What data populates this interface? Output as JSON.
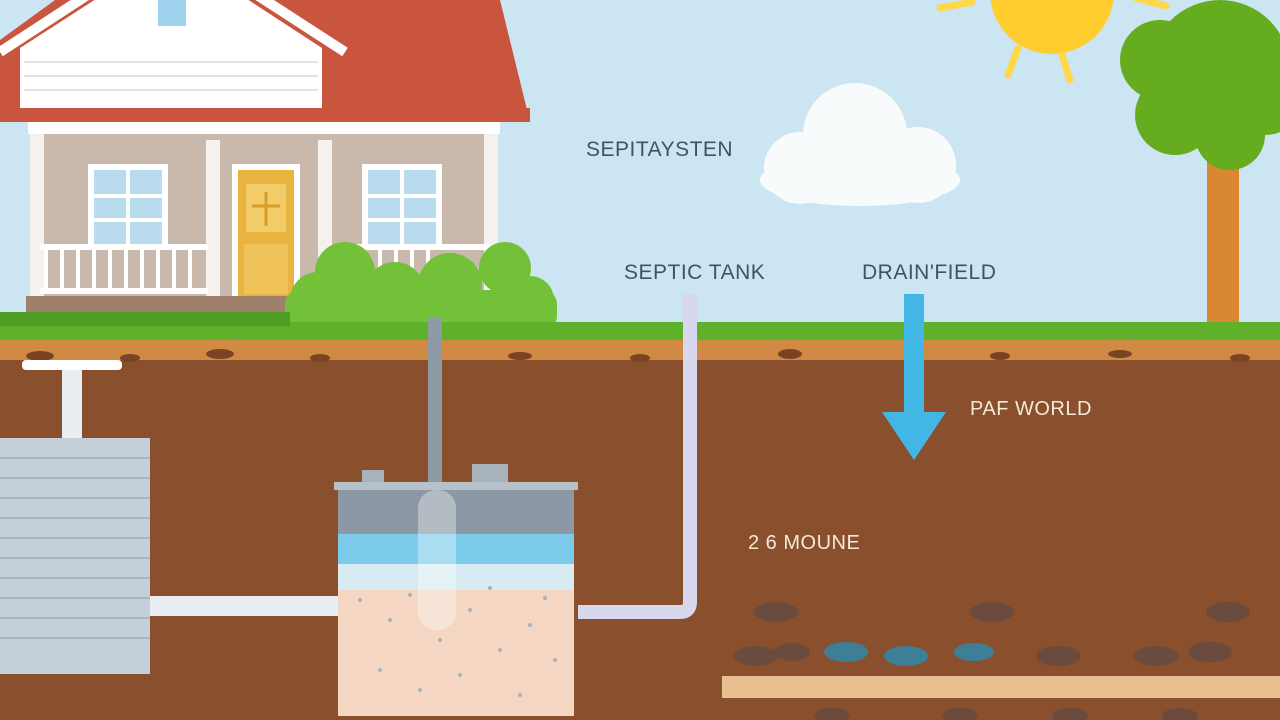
{
  "labels": {
    "system_title": "SEPITAYSTEN",
    "septic_tank": "SEPTIC TANK",
    "drain_field": "DRAIN'FIELD",
    "pav_world": "PAf WORLD",
    "mound": "2 6 MOUNE"
  },
  "colors": {
    "sky": "#cbe6f2",
    "roof": "#c9553f",
    "house_wall": "#c9b9ac",
    "grass": "#5fb12c",
    "soil": "#8a4f2c",
    "topsoil": "#d08a44",
    "water_arrow": "#42b6e4",
    "tank_water": "#7ccbea",
    "tank_sludge": "#f5d6c2",
    "sun": "#ffce2e",
    "tree_leaves": "#66ac1f",
    "tree_trunk": "#d98731"
  },
  "icons": {
    "sun": "sun-icon",
    "cloud": "cloud-icon",
    "tree": "tree-icon",
    "house": "house-icon",
    "arrow": "arrow-down-icon"
  }
}
